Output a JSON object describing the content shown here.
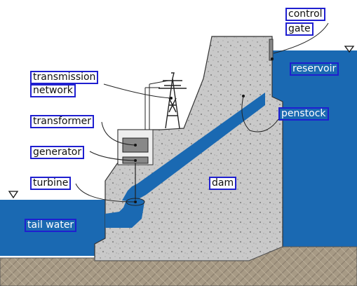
{
  "labels": {
    "control_gate_1": "control",
    "control_gate_2": "gate",
    "reservoir": "reservoir",
    "transmission_network_1": "transmission",
    "transmission_network_2": "network",
    "penstock": "penstock",
    "transformer": "transformer",
    "generator": "generator",
    "dam": "dam",
    "turbine": "turbine",
    "tail_water": "tail water"
  },
  "colors": {
    "water": "#1a69b2",
    "concrete": "#c9c9c9",
    "ground": "#a79a85",
    "label_border": "#1f1fd0",
    "background": "#ffffff"
  },
  "icons": {
    "water_level_marker": "triangle-down-icon",
    "pylon": "transmission-tower-icon"
  }
}
